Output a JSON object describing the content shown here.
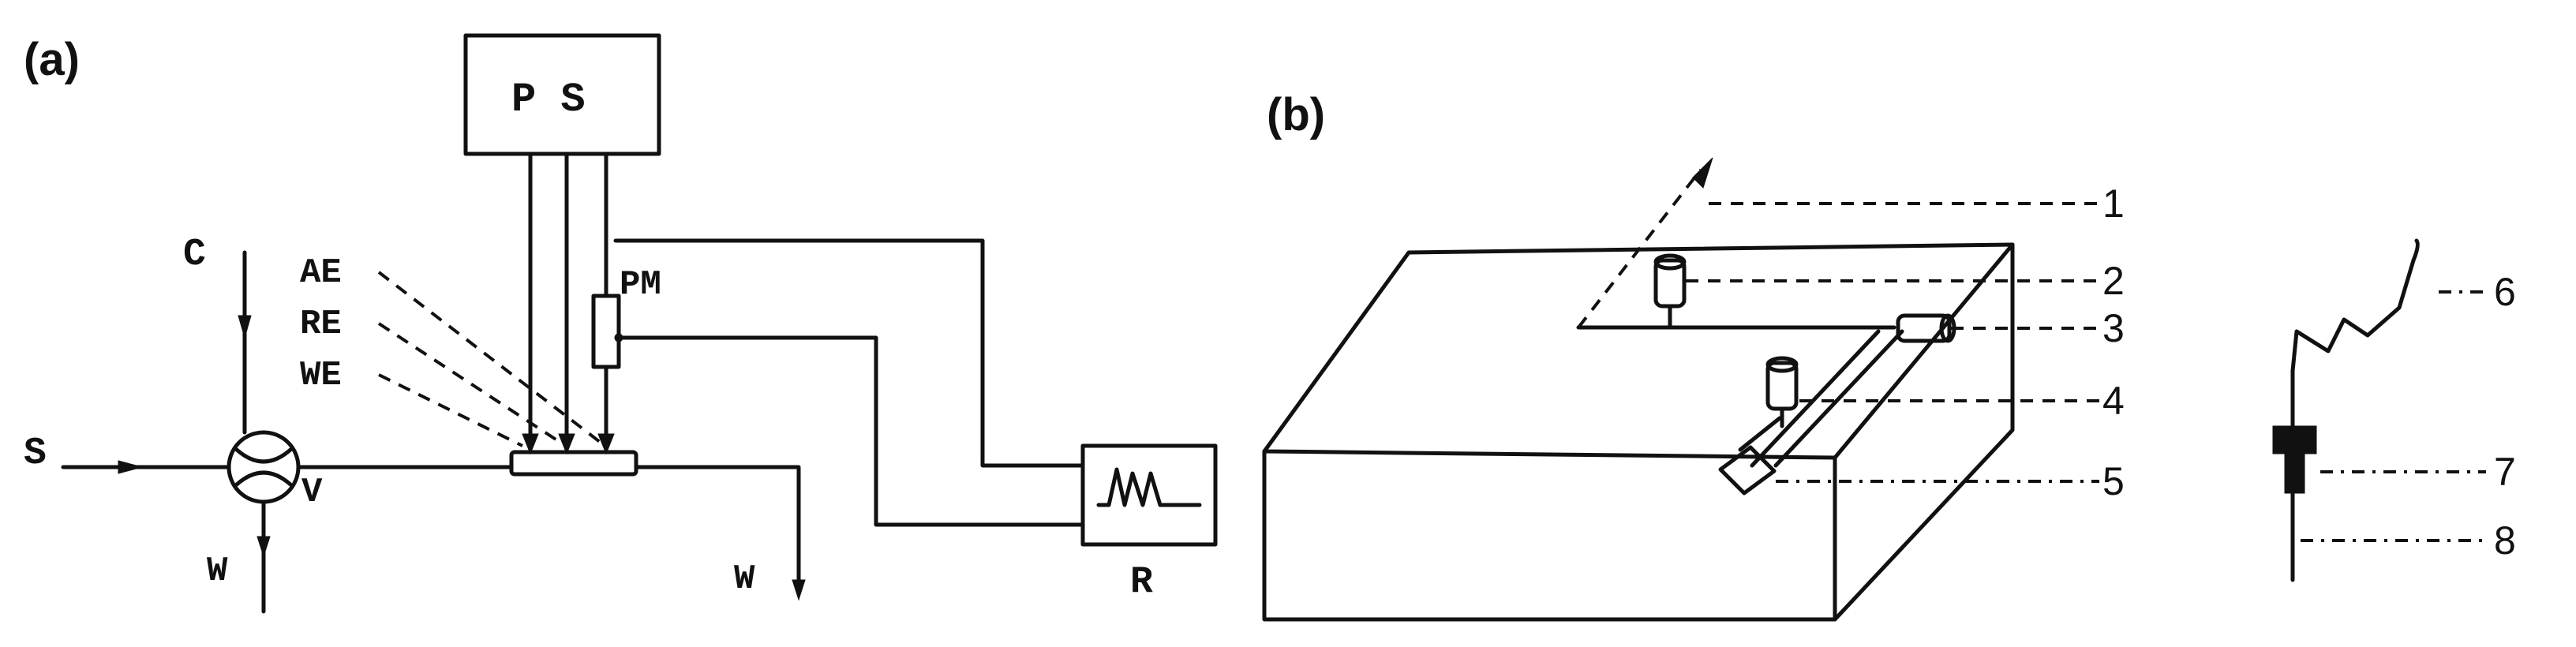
{
  "panel_a": {
    "label": "(a)",
    "power_supply": "P S",
    "counter_electrode_in": "C",
    "sample_in": "S",
    "valve": "V",
    "waste_left": "W",
    "waste_right": "W",
    "auxiliary_electrode": "AE",
    "reference_electrode": "RE",
    "working_electrode": "WE",
    "photomultiplier": "PM",
    "recorder": "R"
  },
  "panel_b": {
    "label": "(b)",
    "callouts": [
      "1",
      "2",
      "3",
      "4",
      "5",
      "6",
      "7",
      "8"
    ]
  }
}
